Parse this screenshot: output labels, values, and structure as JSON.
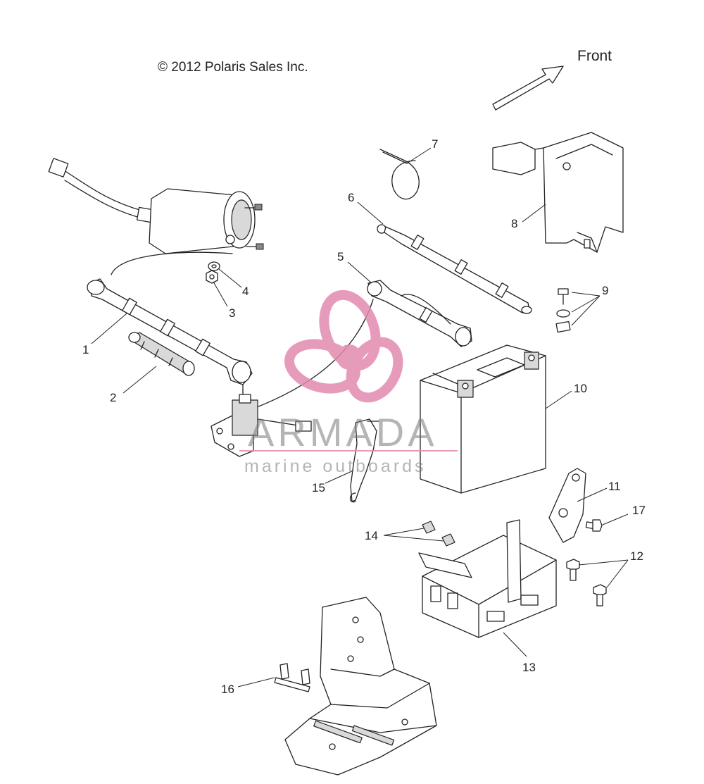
{
  "copyright": "© 2012 Polaris Sales Inc.",
  "direction_label": "Front",
  "callouts": [
    "1",
    "2",
    "3",
    "4",
    "5",
    "6",
    "7",
    "8",
    "9",
    "10",
    "11",
    "12",
    "13",
    "14",
    "15",
    "16",
    "17"
  ],
  "watermark": {
    "brand": "ARMADA",
    "tagline": "marine outboards",
    "logo_color": "#e38ab0",
    "text_color": "#7d7d7d"
  }
}
